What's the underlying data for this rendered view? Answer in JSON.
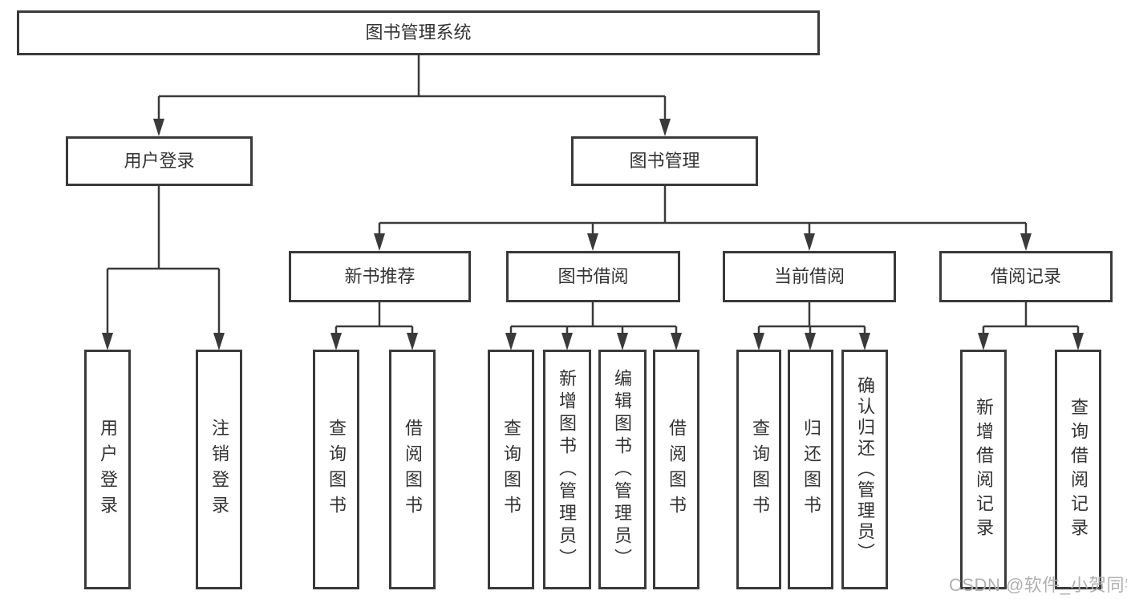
{
  "diagram": {
    "nodes": {
      "root": "图书管理系统",
      "level2": [
        "用户登录",
        "图书管理"
      ],
      "level3": [
        "新书推荐",
        "图书借阅",
        "当前借阅",
        "借阅记录"
      ],
      "leaves": [
        "用户登录",
        "注销登录",
        "查询图书",
        "借阅图书",
        "查询图书",
        "新增图书（管理员）",
        "编辑图书（管理员）",
        "借阅图书",
        "查询图书",
        "归还图书",
        "确认归还（管理员）",
        "新增借阅记录",
        "查询借阅记录"
      ]
    },
    "colors": {
      "line": "#3a3a3a",
      "text": "#333333",
      "background": "#ffffff",
      "watermark": "#b0b0b0"
    }
  },
  "watermark": {
    "text": "CSDN @软件_小贺同学"
  }
}
